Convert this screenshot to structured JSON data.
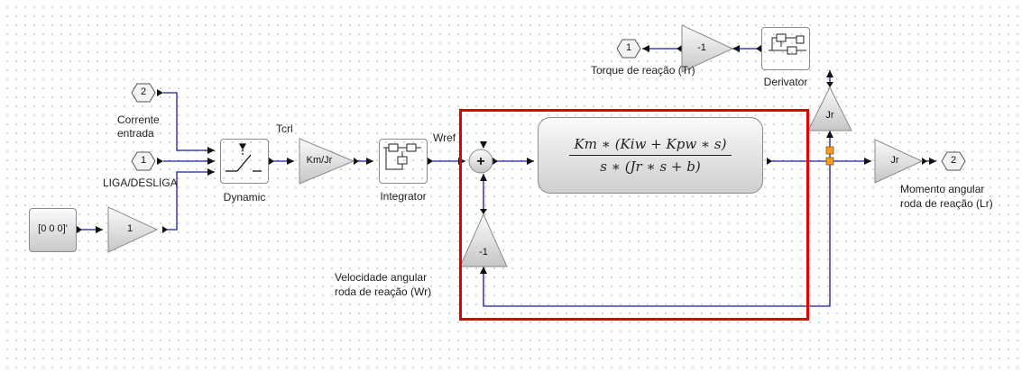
{
  "blocks": {
    "torque_out_port": "1",
    "torque_gain": "-1",
    "derivator": "Derivator",
    "jr_up_gain": "Jr",
    "jr_out_gain": "Jr",
    "momentum_out_port": "2",
    "current_in_port": "2",
    "switch_in_port": "1",
    "const_block": "[0 0 0]'",
    "const_gain": "1",
    "dynamic": "Dynamic",
    "km_jr_gain": "Km/Jr",
    "integrator": "Integrator",
    "feedback_gain": "-1",
    "tf_numerator": "Km ∗ (Kiw + Kpw ∗ s)",
    "tf_denominator": "s ∗ (Jr ∗ s + b)"
  },
  "labels": {
    "torque": "Torque de reação (Tr)",
    "current_line1": "Corrente",
    "current_line2": "entrada",
    "switch": "LIGA/DESLIGA",
    "tcrl": "Tcrl",
    "wref": "Wref",
    "wr_line1": "Velocidade angular",
    "wr_line2": "roda de reação (Wr)",
    "momentum_line1": "Momento angular",
    "momentum_line2": "roda de reação (Lr)"
  },
  "colors": {
    "link": "#1a1aa8",
    "selection": "#e10000",
    "split_point": "#f0a020"
  }
}
